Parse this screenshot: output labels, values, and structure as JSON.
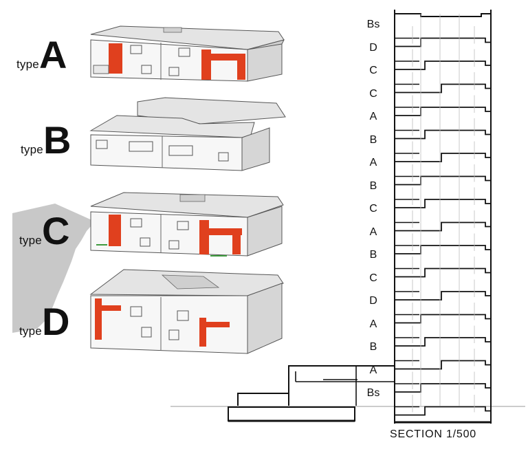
{
  "types": [
    {
      "prefix": "type",
      "letter": "A"
    },
    {
      "prefix": "type",
      "letter": "B"
    },
    {
      "prefix": "type",
      "letter": "C"
    },
    {
      "prefix": "type",
      "letter": "D"
    }
  ],
  "section_floor_labels": [
    "Bs",
    "D",
    "C",
    "C",
    "A",
    "B",
    "A",
    "B",
    "C",
    "A",
    "B",
    "C",
    "D",
    "A",
    "B",
    "A",
    "Bs"
  ],
  "section_caption": "SECTION 1/500",
  "colors": {
    "accent_red": "#e0401e",
    "roof_gray": "#e2e2e2",
    "wall_light": "#f4f4f4",
    "shadow_gray": "#c4c4c4",
    "line": "#111111"
  }
}
